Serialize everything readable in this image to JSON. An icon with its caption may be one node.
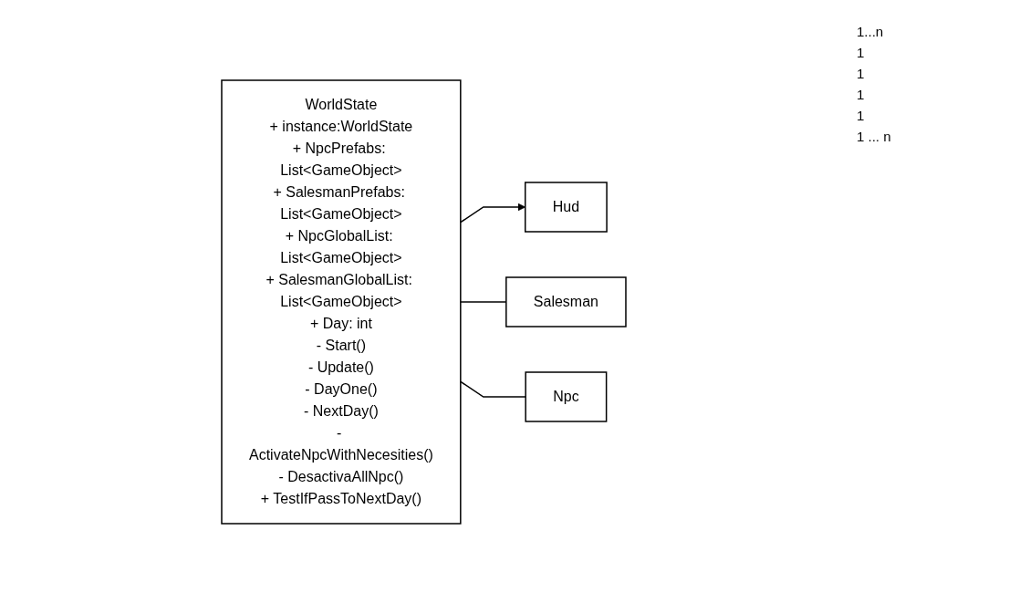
{
  "diagram": {
    "nodes": [
      {
        "text": [
          "WorldState",
          "+ instance:WorldState",
          "+ NpcPrefabs: List<GameObject>",
          "+ SalesmanPrefabs: List<GameObject>",
          "+ NpcGlobalList: List<GameObject>",
          "+ SalesmanGlobalList: List<GameObject>",
          "+ Day: int",
          "- Start()",
          "- Update()",
          "- DayOne()",
          "- NextDay()",
          "- ActivateNpcWithNecesities()",
          "- DesactivaAllNpc()",
          "+ TestIfPassToNextDay()"
        ]
      },
      {
        "text": [
          "Hud"
        ]
      },
      {
        "text": [
          "Salesman"
        ]
      },
      {
        "text": [
          "Npc"
        ]
      }
    ],
    "edges": [
      {
        "from": 0,
        "to": 1,
        "arrow": "to"
      },
      {
        "from": 0,
        "to": 2,
        "arrow": "none"
      },
      {
        "from": 0,
        "to": 3,
        "arrow": "none"
      }
    ],
    "labels": [
      "1...n",
      "1",
      "1",
      "1",
      "1",
      "1 ... n"
    ]
  }
}
